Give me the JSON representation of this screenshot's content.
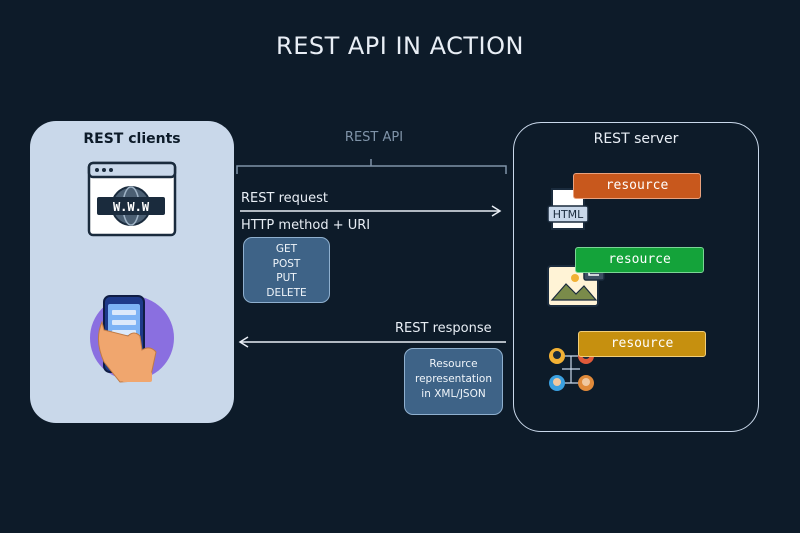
{
  "title": "REST API IN ACTION",
  "clients": {
    "label": "REST clients",
    "browser_text": "W.W.W"
  },
  "api": {
    "label": "REST API"
  },
  "server": {
    "label": "REST server",
    "resources": [
      {
        "label": "resource",
        "color": "#c8581d"
      },
      {
        "label": "resource",
        "color": "#14a33a"
      },
      {
        "label": "resource",
        "color": "#c6900f"
      }
    ],
    "html_icon_text": "HTML"
  },
  "request": {
    "label": "REST request",
    "sub_label": "HTTP method + URI"
  },
  "methods": [
    "GET",
    "POST",
    "PUT",
    "DELETE"
  ],
  "response": {
    "label": "REST response"
  },
  "representation": [
    "Resource",
    "representation",
    "in XML/JSON"
  ],
  "colors": {
    "background": "#0d1b29",
    "client_panel": "#c9d8ea",
    "box": "#3e6387"
  }
}
